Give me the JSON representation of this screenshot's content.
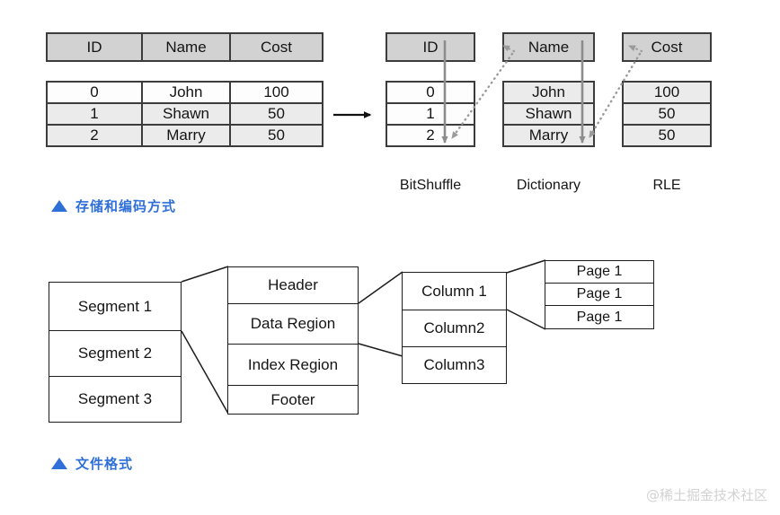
{
  "encoding_section": {
    "caption": "存储和编码方式",
    "caption_marker": "triangle-up-icon",
    "caption_color": "#2f6fd8",
    "source_table": {
      "headers": [
        "ID",
        "Name",
        "Cost"
      ],
      "rows": [
        [
          "0",
          "John",
          "100"
        ],
        [
          "1",
          "Shawn",
          "50"
        ],
        [
          "2",
          "Marry",
          "50"
        ]
      ]
    },
    "transform_arrow": "arrow-right-icon",
    "columns": [
      {
        "header": "ID",
        "values": [
          "0",
          "1",
          "2"
        ],
        "encoding_label": "BitShuffle"
      },
      {
        "header": "Name",
        "values": [
          "John",
          "Shawn",
          "Marry"
        ],
        "encoding_label": "Dictionary"
      },
      {
        "header": "Cost",
        "values": [
          "100",
          "50",
          "50"
        ],
        "encoding_label": "RLE"
      }
    ]
  },
  "file_format_section": {
    "caption": "文件格式",
    "caption_marker": "triangle-up-icon",
    "caption_color": "#2f6fd8",
    "segments": [
      "Segment 1",
      "Segment 2",
      "Segment 3"
    ],
    "regions": [
      "Header",
      "Data Region",
      "Index Region",
      "Footer"
    ],
    "columns": [
      "Column 1",
      "Column2",
      "Column3"
    ],
    "pages": [
      "Page 1",
      "Page 1",
      "Page 1"
    ]
  },
  "watermark": "@稀土掘金技术社区"
}
